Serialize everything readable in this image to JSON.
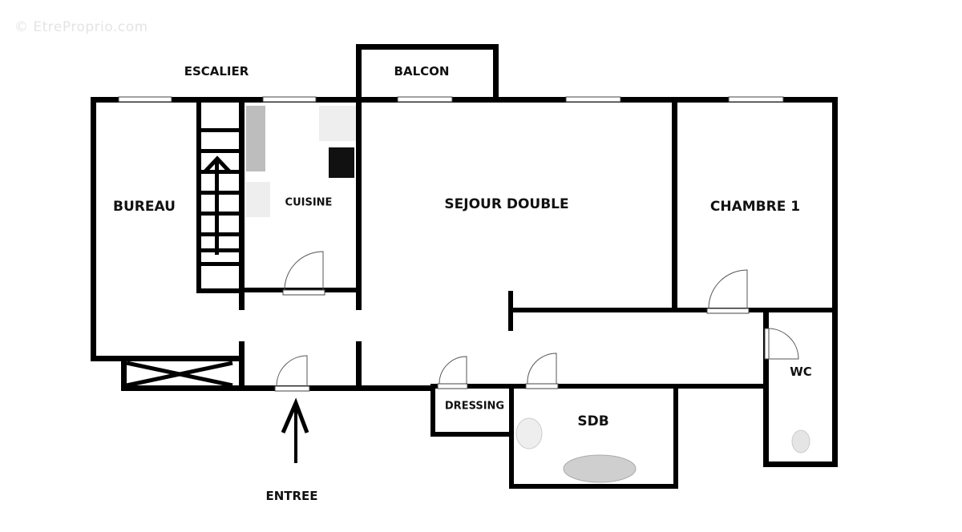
{
  "watermark": "© EtreProprio.com",
  "rooms": {
    "escalier": "ESCALIER",
    "balcon": "BALCON",
    "bureau": "BUREAU",
    "cuisine": "CUISINE",
    "sejour": "SEJOUR DOUBLE",
    "chambre1": "CHAMBRE 1",
    "wc": "WC",
    "dressing": "DRESSING",
    "sdb": "SDB",
    "entree": "ENTREE"
  },
  "colors": {
    "wall": "#000000",
    "background": "#ffffff",
    "fixture": "#bdbdbd"
  }
}
